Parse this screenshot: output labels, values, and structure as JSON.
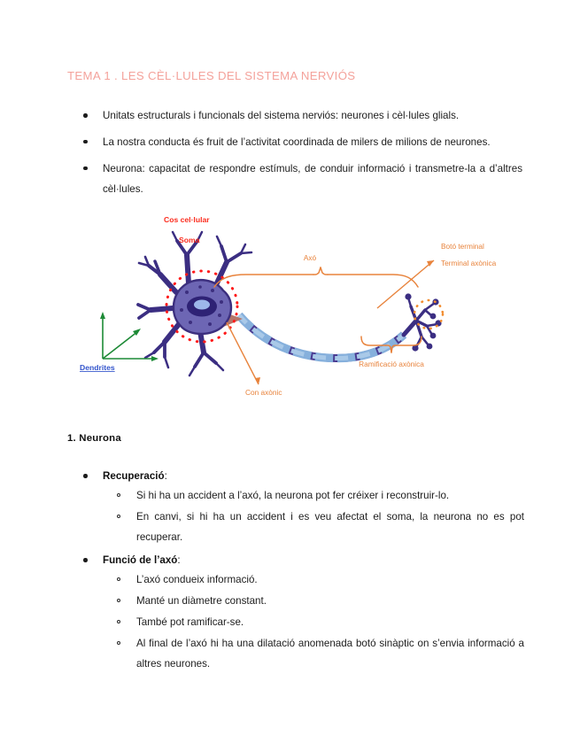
{
  "document": {
    "title": "TEMA 1 . LES CÈL·LULES DEL SISTEMA NERVIÓS",
    "title_color": "#f4a29b"
  },
  "intro": {
    "bullets": [
      "Unitats estructurals i funcionals del sistema nerviós: neurones i cèl·lules glials.",
      "La nostra conducta és fruit de l’activitat coordinada de milers de milions de neurones.",
      "Neurona: capacitat de respondre estímuls, de conduir informació i transmetre-la a d’altres cèl·lules."
    ]
  },
  "figure": {
    "caption_labels": {
      "cell_body": "Cos cel·lular",
      "soma": "Soma",
      "axon": "Axó",
      "terminal_button": "Botó terminal",
      "axon_terminal": "Terminal axònica",
      "axon_branching": "Ramificació axònica",
      "axon_hillock": "Con axònic",
      "dendrites": "Dendrites"
    },
    "colors": {
      "soma_fill": "#6d66b4",
      "soma_dark": "#3c2f7e",
      "nucleus": "#2e2275",
      "nucleolus": "#8fa8e6",
      "dendrite": "#3b2e82",
      "myelin": "#7fa8d8",
      "node": "#4a3b92",
      "hillock": "#b5766a",
      "label_red": "#fb2c1e",
      "label_orange": "#e8833c",
      "label_blue": "#3355cc",
      "arrow_green": "#1d8a36",
      "dotted_red": "#ff1a1a",
      "dotted_orange": "#f28c2e"
    }
  },
  "section": {
    "heading": "1. Neurona",
    "groups": [
      {
        "title": "Recuperació",
        "title_suffix": ":",
        "items": [
          "Si hi ha un accident a l’axó, la neurona pot fer créixer i reconstruir-lo.",
          "En canvi, si hi ha un accident i es veu afectat el soma, la neurona no es pot recuperar."
        ]
      },
      {
        "title": "Funció de l’axó",
        "title_suffix": ":",
        "items": [
          "L’axó condueix informació.",
          "Manté un diàmetre constant.",
          "També pot ramificar-se.",
          "Al final de l’axó hi ha una dilatació anomenada botó sinàptic on s’envia informació a altres neurones."
        ]
      }
    ]
  }
}
